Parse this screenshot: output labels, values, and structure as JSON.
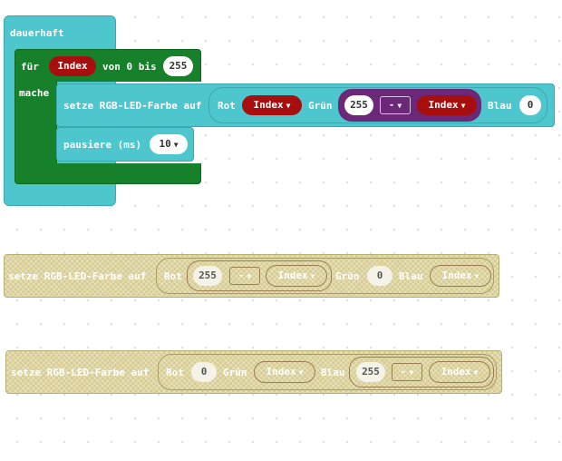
{
  "forever_block": {
    "label": "dauerhaft"
  },
  "for_block": {
    "for_label": "für",
    "var": "Index",
    "range_label": "von 0 bis",
    "to_value": "255",
    "do_label": "mache"
  },
  "rgb_block_1": {
    "label": "setze RGB-LED-Farbe auf",
    "red_label": "Rot",
    "red_var": "Index",
    "green_label": "Grün",
    "green_num": "255",
    "green_op": "-",
    "green_var": "Index",
    "blue_label": "Blau",
    "blue_value": "0"
  },
  "pause_block": {
    "label": "pausiere (ms)",
    "value": "10"
  },
  "rgb_block_2": {
    "label": "setze RGB-LED-Farbe auf",
    "red_label": "Rot",
    "red_num": "255",
    "red_op": "-",
    "red_var": "Index",
    "green_label": "Grün",
    "green_value": "0",
    "blue_label": "Blau",
    "blue_var": "Index"
  },
  "rgb_block_3": {
    "label": "setze RGB-LED-Farbe auf",
    "red_label": "Rot",
    "red_value": "0",
    "green_label": "Grün",
    "green_var": "Index",
    "blue_label": "Blau",
    "blue_num": "255",
    "blue_op": "-",
    "blue_var": "Index"
  },
  "colors": {
    "teal": "#4ec6cd",
    "green": "#16802a",
    "red": "#a80e0e",
    "purple": "#6b2778",
    "disabled": "#d7cd93"
  },
  "icons": {
    "dropdown": "triangle-down-icon"
  }
}
